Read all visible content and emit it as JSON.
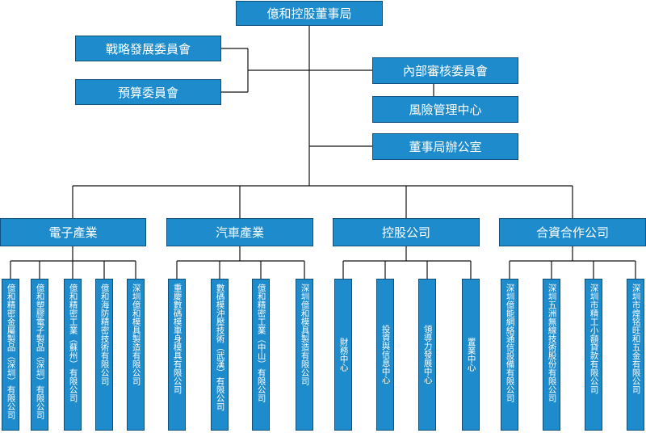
{
  "top": "億和控股董事局",
  "left_committees": [
    "戰略發展委員會",
    "預算委員會"
  ],
  "right_units": [
    "內部審核委員會",
    "風險管理中心",
    "董事局辦公室"
  ],
  "divisions": [
    {
      "name": "電子產業",
      "units": [
        "億和精密金屬製品（深圳）有限公司",
        "億和塑膠電子製品（深圳）有限公司",
        "億和精密工業（蘇州）有限公司",
        "億和海防精密技術有限公司",
        "深圳億和模具製造有限公司"
      ]
    },
    {
      "name": "汽車產業",
      "units": [
        "重慶數碼模車身模具有限公司",
        "數碼模沖壓技術（武漢）有限公司",
        "億和精密工業（中山）有限公司",
        "深圳億和模具製造有限公司"
      ]
    },
    {
      "name": "控股公司",
      "units": [
        "財務中心",
        "投資與信息中心",
        "領導力發展中心",
        "置業中心"
      ]
    },
    {
      "name": "合資合作公司",
      "units": [
        "深圳億能網絡通信設備有限公司",
        "深圳五洲無線技術股份有限公司",
        "深圳市精工小額貸款有限公司",
        "深圳市煌铭旺和五金有限公司"
      ]
    }
  ]
}
